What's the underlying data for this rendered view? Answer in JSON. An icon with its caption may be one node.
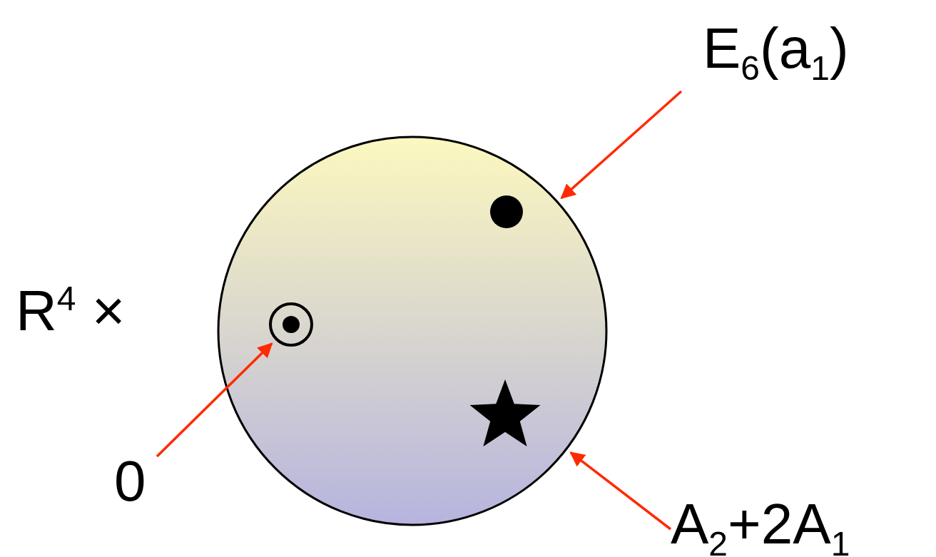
{
  "diagram": {
    "nodes": [
      {
        "text": [
          "E$_{6}$(a$_{1}$)"
        ]
      },
      {
        "text": [],
        "shape": "circle"
      },
      {
        "text": [],
        "shape": "circle",
        "in": 1
      },
      {
        "text": [],
        "shape": "circle",
        "in": 1
      },
      {
        "text": [],
        "shape": "star",
        "in": 1
      },
      {
        "text": [
          "0"
        ]
      },
      {
        "text": [
          "A$_{2}$+2A$_{1}$"
        ]
      }
    ],
    "edges": [
      {
        "from": 0,
        "to": 1,
        "arrow": "to",
        "color": "#ff2a00"
      },
      {
        "from": 5,
        "to": 3,
        "arrow": "to",
        "color": "#ff2a00"
      },
      {
        "from": 6,
        "to": 1,
        "arrow": "to",
        "color": "#ff2a00"
      }
    ],
    "labels": [
      "R$^{4}$ ×"
    ]
  }
}
